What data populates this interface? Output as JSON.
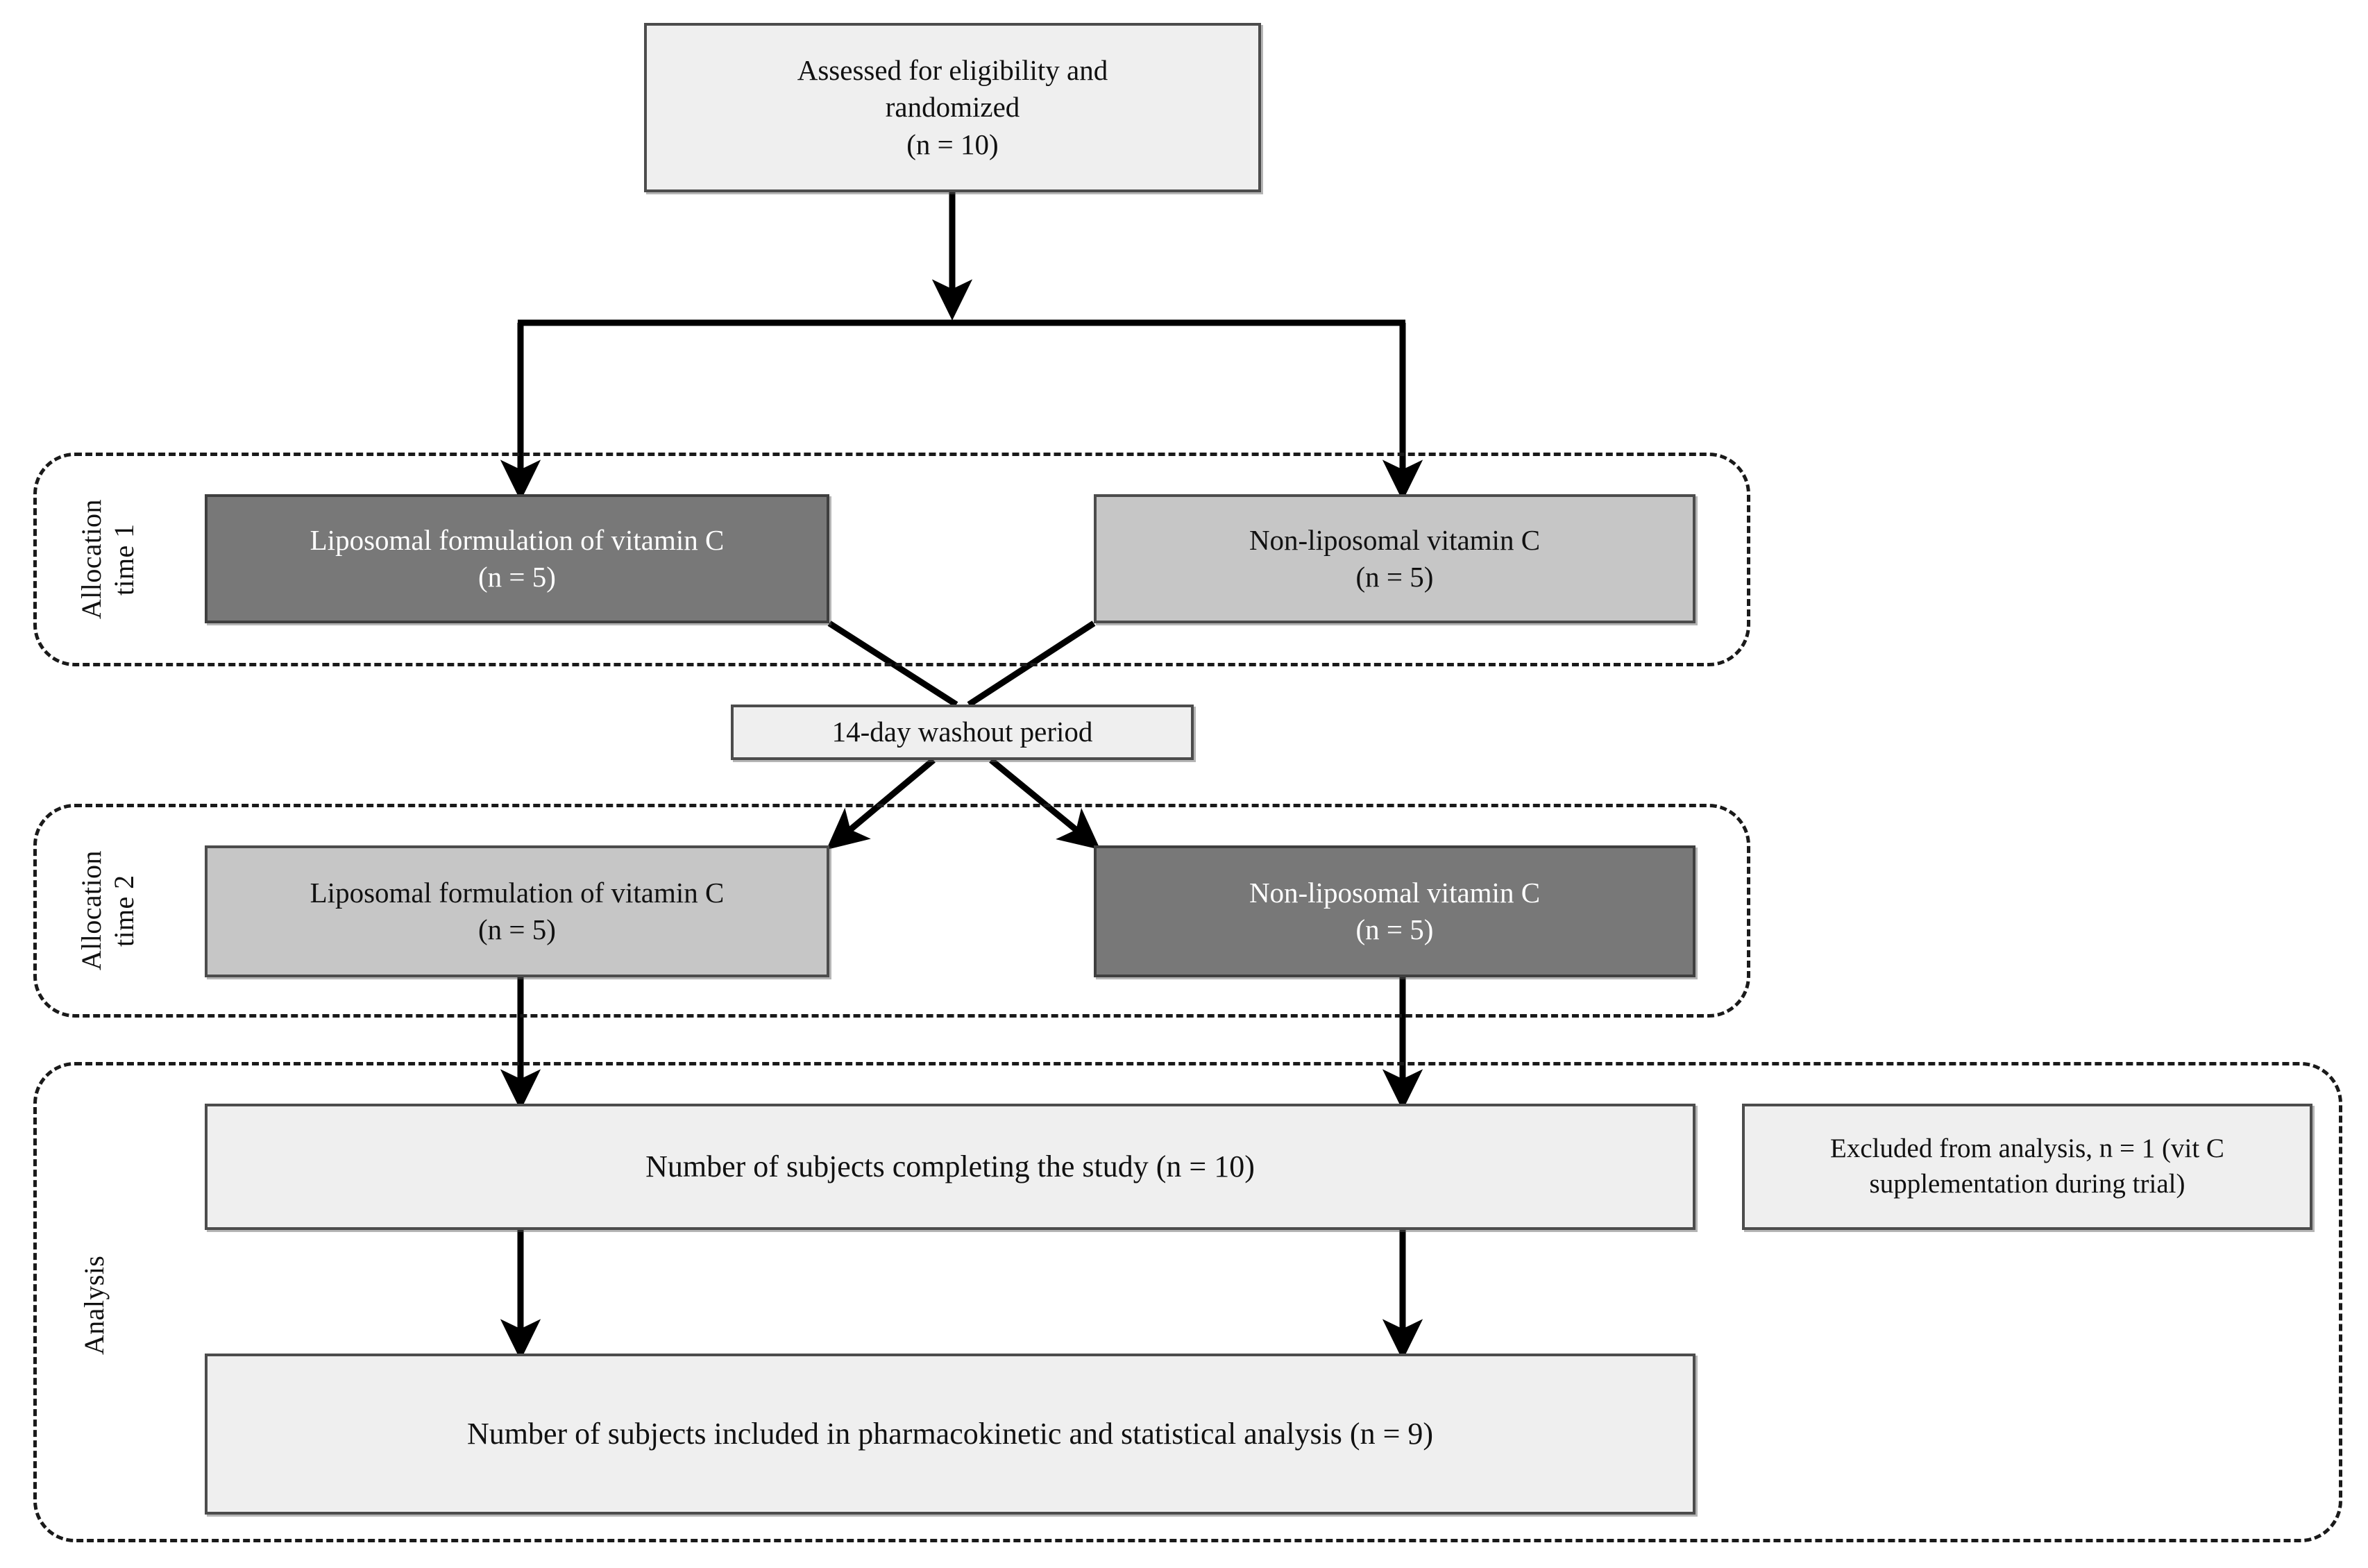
{
  "diagram": {
    "title": "CONSORT participant flow diagram",
    "colors": {
      "box_light": "#efefef",
      "box_mid": "#c6c6c6",
      "box_dark": "#787878",
      "border": "#4c4c4c",
      "dashed_border": "#1a1a1a",
      "text_dark": "#111111",
      "text_light": "#ffffff"
    }
  },
  "nodes": {
    "enrollment": {
      "text": "Assessed for eligibility and\nrandomized\n(n = 10)"
    },
    "allocation1": {
      "label": "Allocation\ntime 1",
      "left": {
        "text": "Liposomal formulation of vitamin C\n(n = 5)"
      },
      "right": {
        "text": "Non-liposomal vitamin C\n(n = 5)"
      }
    },
    "washout": {
      "text": "14-day washout period"
    },
    "allocation2": {
      "label": "Allocation\ntime 2",
      "left": {
        "text": "Liposomal formulation of vitamin C\n(n = 5)"
      },
      "right": {
        "text": "Non-liposomal vitamin C\n(n = 5)"
      }
    },
    "analysis": {
      "label": "Analysis",
      "completing": {
        "text": "Number of subjects completing the study (n = 10)"
      },
      "excluded": {
        "text": "Excluded from analysis, n = 1 (vit C\nsupplementation during trial)"
      },
      "included": {
        "text": "Number of subjects included in pharmacokinetic and statistical analysis (n = 9)"
      }
    }
  }
}
